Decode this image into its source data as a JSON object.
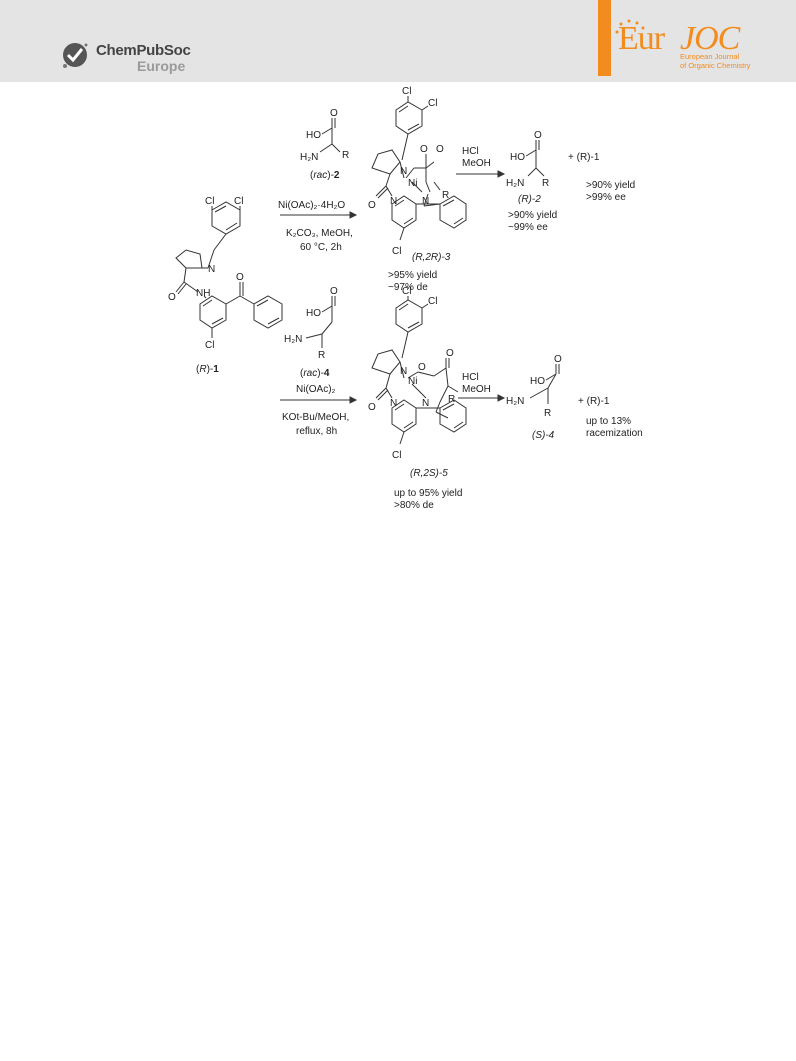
{
  "header": {
    "publisher_name": "ChemPubSoc",
    "publisher_region": "Europe",
    "journal_logo_main": "Eur",
    "journal_logo_accent": "JOC",
    "journal_logo_sub_line1": "European Journal",
    "journal_logo_sub_line2": "of Organic Chemistry",
    "accent_color": "#f28c1e"
  },
  "scheme": {
    "start": {
      "prefix": "(",
      "config": "R",
      "suffix": ")-",
      "num": "1"
    },
    "reagent_top": {
      "name_prefix": "(",
      "name_italic": "rac",
      "name_suffix": ")-",
      "name_num": "2",
      "cond1": "Ni(OAc)₂·4H₂O",
      "cond2": "K₂CO₃, MeOH,",
      "cond3": "60 °C, 2h"
    },
    "complex_top": {
      "label": "(R,2R)-3",
      "yield": ">95% yield",
      "de": "~97% de"
    },
    "hydrolysis": {
      "line1": "HCl",
      "line2": "MeOH"
    },
    "product_top": {
      "label": "(R)-2",
      "yield": ">90% yield",
      "ee": "~99% ee",
      "recovered": "+ (R)-1",
      "rec_yield": ">90% yield",
      "rec_ee": ">99% ee"
    },
    "reagent_bottom": {
      "name_prefix": "(",
      "name_italic": "rac",
      "name_suffix": ")-",
      "name_num": "4",
      "cond1": "Ni(OAc)₂",
      "cond2": "KOt-Bu/MeOH,",
      "cond3": "reflux, 8h"
    },
    "complex_bottom": {
      "label": "(R,2S)-5",
      "yield": "up to 95% yield",
      "de": ">80% de"
    },
    "product_bottom": {
      "label": "(S)-4",
      "recovered": "+ (R)-1",
      "rac1": "up to 13%",
      "rac2": "racemization"
    },
    "atoms": {
      "Cl": "Cl",
      "N": "N",
      "NH": "NH",
      "Ni": "Ni",
      "O": "O",
      "HO": "HO",
      "H2N": "H₂N",
      "R": "R"
    }
  }
}
